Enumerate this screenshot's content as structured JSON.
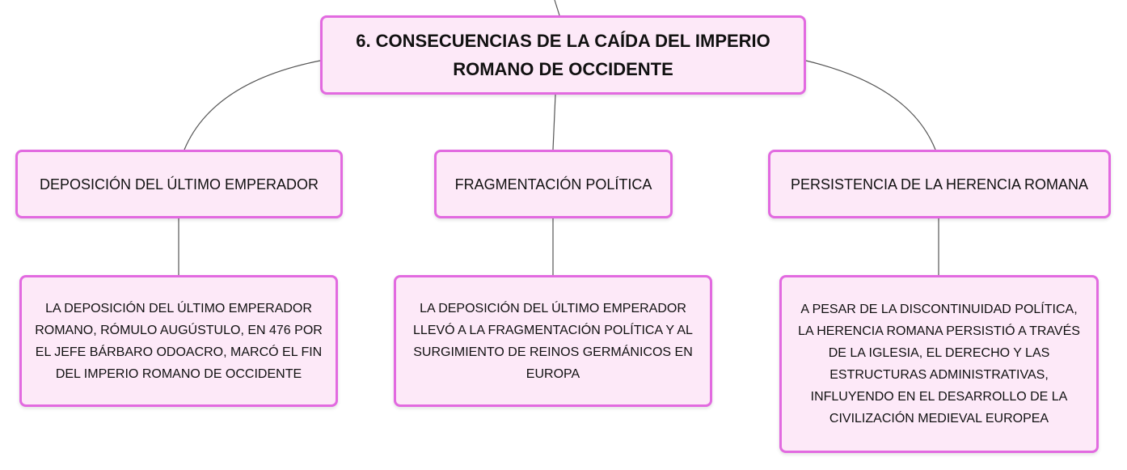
{
  "map": {
    "root": {
      "title_line1": "6. CONSECUENCIAS DE LA CAÍDA DEL IMPERIO",
      "title_line2": "ROMANO DE OCCIDENTE"
    },
    "branches": [
      {
        "label": "DEPOSICIÓN DEL ÚLTIMO EMPERADOR",
        "detail_lines": [
          "LA DEPOSICIÓN DEL ÚLTIMO EMPERADOR",
          "ROMANO, RÓMULO AUGÚSTULO, EN 476 POR",
          "EL JEFE BÁRBARO ODOACRO, MARCÓ EL FIN",
          "DEL IMPERIO ROMANO DE OCCIDENTE"
        ]
      },
      {
        "label": "FRAGMENTACIÓN POLÍTICA",
        "detail_lines": [
          "LA DEPOSICIÓN DEL ÚLTIMO EMPERADOR",
          "LLEVÓ A LA FRAGMENTACIÓN POLÍTICA Y AL",
          "SURGIMIENTO DE REINOS GERMÁNICOS EN",
          "EUROPA"
        ]
      },
      {
        "label": "PERSISTENCIA DE LA HERENCIA ROMANA",
        "detail_lines": [
          "A PESAR DE LA DISCONTINUIDAD POLÍTICA,",
          "LA HERENCIA ROMANA PERSISTIÓ A TRAVÉS",
          "DE LA IGLESIA, EL DERECHO Y LAS",
          "ESTRUCTURAS ADMINISTRATIVAS,",
          "INFLUYENDO EN EL DESARROLLO DE LA",
          "CIVILIZACIÓN MEDIEVAL EUROPEA"
        ]
      }
    ],
    "colors": {
      "node_fill": "#fde9f8",
      "node_border": "#e26ae0",
      "connector": "#555555",
      "text": "#111111"
    }
  }
}
